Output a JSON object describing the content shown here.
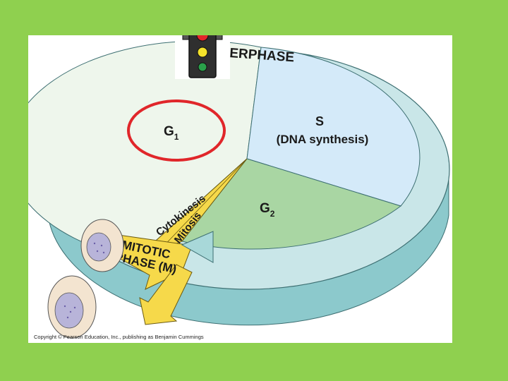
{
  "diagram": {
    "interphase_label": "ERPHASE",
    "g1_label": "G",
    "g1_sub": "1",
    "s_label": "S",
    "s_desc": "(DNA synthesis)",
    "g2_label": "G",
    "g2_sub": "2",
    "cytokinesis_label": "Cytokinesis",
    "mitosis_label": "Mitosis",
    "mitotic_line1": "MITOTIC",
    "mitotic_line2": "PHASE (M)"
  },
  "colors": {
    "background": "#8fd04f",
    "g1_fill": "#eef6ec",
    "s_fill": "#d4eaf9",
    "g2_fill": "#a9d6a3",
    "ring_top": "#c9e6e8",
    "ring_side": "#8cc9cc",
    "mitotic_yellow": "#f6d94a",
    "highlight_circle": "#e0262a"
  },
  "icons": {
    "traffic_light": "traffic-light-icon"
  },
  "footer": {
    "copyright": "Copyright © Pearson Education, Inc., publishing as Benjamin Cummings"
  }
}
